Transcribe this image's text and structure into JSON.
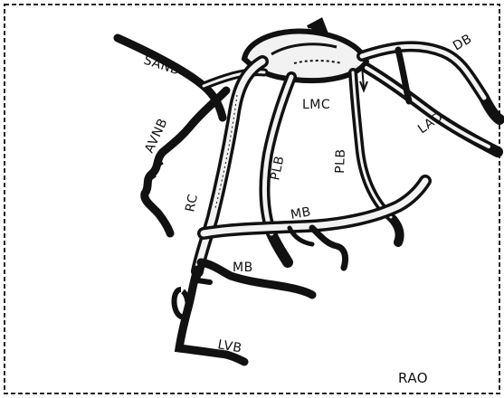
{
  "figure": {
    "view": "RAO",
    "vessel_labels": {
      "sanb": "SANB",
      "avnb": "AVNB",
      "rc": "RC",
      "lmc": "LMC",
      "plb_left": "PLB",
      "plb_right": "PLB",
      "mb_upper": "MB",
      "mb_lower": "MB",
      "lvb": "LVB",
      "db": "DB",
      "lad": "LAD"
    },
    "colors": {
      "ink": "#111111",
      "vessel_fill": "#f2f2f2",
      "background": "#ffffff"
    }
  }
}
